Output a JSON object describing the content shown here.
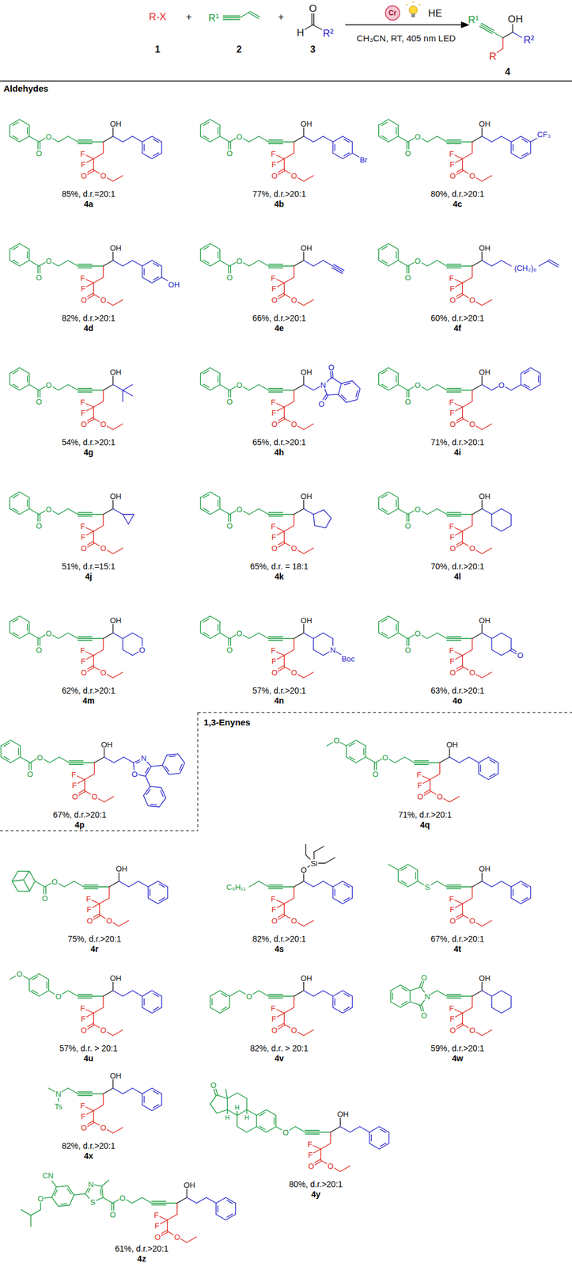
{
  "diagram": {
    "labels": [
      "R-X",
      "1",
      "+",
      "R¹",
      "2",
      "+",
      "O",
      "H",
      "R²",
      "3",
      "Cr",
      "HE",
      "CH₃CN, RT, 405 nm LED",
      "R¹",
      "OH",
      "R²",
      "R",
      "4",
      "Aldehydes",
      "O",
      "O",
      "OH",
      "F",
      "F",
      "O",
      "O",
      "85%, d.r.=20:1",
      "4a",
      "O",
      "O",
      "OH",
      "F",
      "F",
      "O",
      "O",
      "Br",
      "77%, d.r.>20:1",
      "4b",
      "O",
      "O",
      "OH",
      "F",
      "F",
      "O",
      "O",
      "CF₃",
      "80%, d.r.>20:1",
      "4c",
      "O",
      "O",
      "OH",
      "F",
      "F",
      "O",
      "O",
      "OH",
      "82%, d.r.>20:1",
      "4d",
      "O",
      "O",
      "OH",
      "F",
      "F",
      "O",
      "O",
      "66%, d.r.>20:1",
      "4e",
      "O",
      "O",
      "OH",
      "F",
      "F",
      "O",
      "O",
      "(CH₂)₆",
      "60%, d.r.>20:1",
      "4f",
      "O",
      "O",
      "OH",
      "F",
      "F",
      "O",
      "O",
      "54%, d.r.>20:1",
      "4g",
      "O",
      "O",
      "OH",
      "F",
      "F",
      "O",
      "O",
      "N",
      "O",
      "O",
      "65%, d.r.>20:1",
      "4h",
      "O",
      "O",
      "OH",
      "F",
      "F",
      "O",
      "O",
      "O",
      "71%, d.r.>20:1",
      "4i",
      "O",
      "O",
      "OH",
      "F",
      "F",
      "O",
      "O",
      "51%, d.r.=15:1",
      "4j",
      "O",
      "O",
      "OH",
      "F",
      "F",
      "O",
      "O",
      "65%, d.r. = 18:1",
      "4k",
      "O",
      "O",
      "OH",
      "F",
      "F",
      "O",
      "O",
      "70%, d.r.>20:1",
      "4l",
      "O",
      "O",
      "OH",
      "F",
      "F",
      "O",
      "O",
      "O",
      "62%, d.r.>20:1",
      "4m",
      "O",
      "O",
      "OH",
      "F",
      "F",
      "O",
      "O",
      "N",
      "Boc",
      "57%, d.r.>20:1",
      "4n",
      "O",
      "O",
      "OH",
      "F",
      "F",
      "O",
      "O",
      "O",
      "63%, d.r.>20:1",
      "4o",
      "O",
      "O",
      "OH",
      "F",
      "F",
      "O",
      "O",
      "N",
      "O",
      "67%, d.r.>20:1",
      "4p",
      "1,3-Enynes",
      "O",
      "O",
      "O",
      "OH",
      "F",
      "F",
      "O",
      "O",
      "71%, d.r.>20:1",
      "4q",
      "O",
      "O",
      "OH",
      "F",
      "F",
      "O",
      "O",
      "75%, d.r.>20:1",
      "4r",
      "C₅H₁₁",
      "O",
      "Si",
      "F",
      "F",
      "O",
      "O",
      "82%, d.r.>20:1",
      "4s",
      "S",
      "OH",
      "F",
      "F",
      "O",
      "O",
      "67%, d.r.>20:1",
      "4t",
      "O",
      "O",
      "OH",
      "F",
      "F",
      "O",
      "O",
      "57%, d.r. > 20:1",
      "4u",
      "O",
      "OH",
      "F",
      "F",
      "O",
      "O",
      "82%, d.r. > 20:1",
      "4v",
      "N",
      "O",
      "O",
      "OH",
      "F",
      "F",
      "O",
      "O",
      "59%, d.r.>20:1",
      "4w",
      "N",
      "Ts",
      "OH",
      "F",
      "F",
      "O",
      "O",
      "82%, d.r.>20:1",
      "4x",
      "O",
      "O",
      "H",
      "H",
      "H",
      "OH",
      "F",
      "F",
      "O",
      "O",
      "80%, d.r.>20:1",
      "4y",
      "O",
      "O",
      "N",
      "S",
      "CN",
      "O",
      "OH",
      "F",
      "F",
      "O",
      "O",
      "61%, d.r.>20:1",
      "4z"
    ]
  }
}
